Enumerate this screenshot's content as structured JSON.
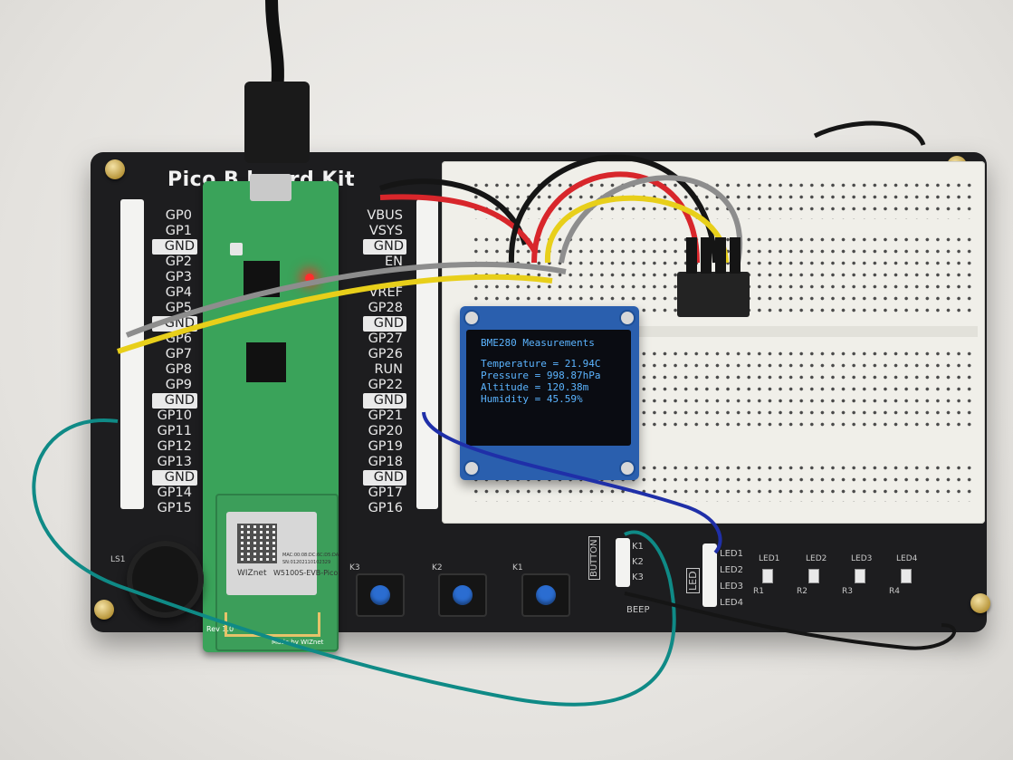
{
  "board": {
    "title": "Pico B     board Kit"
  },
  "pins_left": [
    "GP0",
    "GP1",
    "GND",
    "GP2",
    "GP3",
    "GP4",
    "GP5",
    "GND",
    "GP6",
    "GP7",
    "GP8",
    "GP9",
    "GND",
    "GP10",
    "GP11",
    "GP12",
    "GP13",
    "GND",
    "GP14",
    "GP15"
  ],
  "pins_right": [
    "VBUS",
    "VSYS",
    "GND",
    "EN",
    "",
    "VREF",
    "GP28",
    "GND",
    "GP27",
    "GP26",
    "RUN",
    "GP22",
    "GND",
    "GP21",
    "GP20",
    "GP19",
    "GP18",
    "GND",
    "GP17",
    "GP16"
  ],
  "oled": {
    "heading": "BME280 Measurements",
    "lines": [
      "Temperature = 21.94C",
      "Pressure = 998.87hPa",
      "Altitude = 120.38m",
      "Humidity = 45.59%"
    ]
  },
  "buttons": [
    "K3",
    "K2",
    "K1"
  ],
  "button_header": [
    "K1",
    "K2",
    "K3"
  ],
  "button_silk": "BUTTON",
  "led_header": [
    "LED1",
    "LED2",
    "LED3",
    "LED4"
  ],
  "led_silk": "LED",
  "led_labels": [
    "LED1",
    "LED2",
    "LED3",
    "LED4"
  ],
  "led_resistors": [
    "R1",
    "R2",
    "R3",
    "R4"
  ],
  "beep_label": "BEEP",
  "buzzer_label": "LS1",
  "module": {
    "brand": "WIZnet",
    "model": "W5100S-EVB-Pico",
    "rev": "Rev 1.0",
    "made_by": "Made by WIZnet",
    "mac": "MAC:00:08:DC:6C:D5:DA",
    "sn": "SN:01202110102329"
  }
}
